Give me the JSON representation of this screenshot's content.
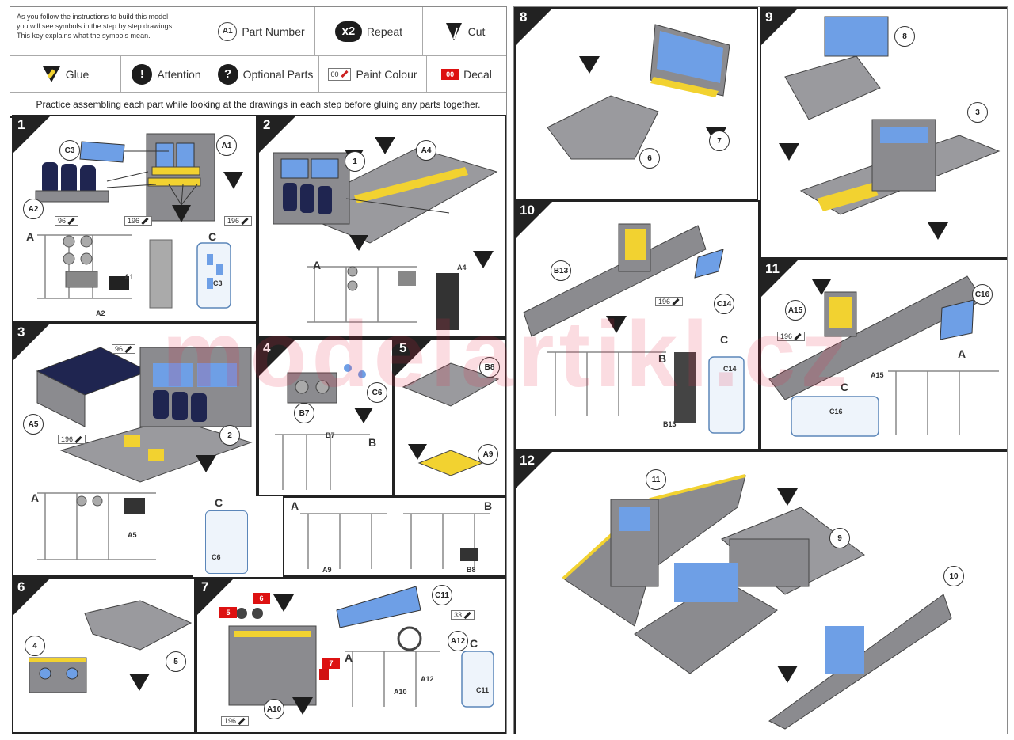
{
  "legend": {
    "intro_lines": [
      "As you follow the instructions to build this model",
      "you will see symbols in the step by step drawings.",
      "This key explains what the symbols mean."
    ],
    "part_symbol": "A1",
    "part_label": "Part Number",
    "repeat_symbol": "x2",
    "repeat_label": "Repeat",
    "cut_label": "Cut",
    "glue_label": "Glue",
    "attention_symbol": "!",
    "attention_label": "Attention",
    "optional_symbol": "?",
    "optional_label": "Optional Parts",
    "paint_symbol": "00",
    "paint_label": "Paint Colour",
    "decal_symbol": "00",
    "decal_label": "Decal"
  },
  "practice_text": "Practice assembling each part while looking at the drawings in each step before gluing any parts together.",
  "watermark": "modelartikl.cz",
  "steps": {
    "s1": {
      "num": "1",
      "parts": [
        "C3",
        "A1",
        "A2"
      ],
      "paints": [
        "96",
        "196",
        "196"
      ],
      "sprues": [
        "A",
        "C"
      ],
      "sprue_parts": [
        "A1",
        "A2",
        "C3"
      ]
    },
    "s2": {
      "num": "2",
      "refs": [
        "1"
      ],
      "parts": [
        "A4"
      ],
      "sprues": [
        "A"
      ],
      "sprue_parts": [
        "A4"
      ]
    },
    "s3": {
      "num": "3",
      "refs": [
        "2"
      ],
      "parts": [
        "A5"
      ],
      "paints": [
        "96",
        "196"
      ],
      "sprues": [
        "A",
        "C"
      ],
      "sprue_parts": [
        "A5",
        "C6"
      ]
    },
    "s4": {
      "num": "4",
      "parts": [
        "B7",
        "C6"
      ],
      "sprues": [
        "B"
      ],
      "sprue_parts": [
        "B7"
      ]
    },
    "s5": {
      "num": "5",
      "parts": [
        "B8",
        "A9"
      ],
      "sprues": [
        "A",
        "B"
      ],
      "sprue_parts": [
        "A9",
        "B8"
      ]
    },
    "s6": {
      "num": "6",
      "refs": [
        "4",
        "5"
      ]
    },
    "s7": {
      "num": "7",
      "parts": [
        "C11",
        "A12",
        "A10"
      ],
      "paints": [
        "33",
        "196"
      ],
      "decals": [
        "5",
        "6",
        "7"
      ],
      "sprues": [
        "A",
        "C"
      ],
      "sprue_parts": [
        "A12",
        "A10",
        "C11"
      ]
    },
    "s8": {
      "num": "8",
      "refs": [
        "6",
        "7"
      ]
    },
    "s9": {
      "num": "9",
      "refs": [
        "8",
        "3"
      ]
    },
    "s10": {
      "num": "10",
      "parts": [
        "B13",
        "C14"
      ],
      "paints": [
        "196"
      ],
      "sprues": [
        "B",
        "C"
      ],
      "sprue_parts": [
        "C14",
        "B13"
      ]
    },
    "s11": {
      "num": "11",
      "parts": [
        "A15",
        "C16"
      ],
      "paints": [
        "196"
      ],
      "sprues": [
        "A",
        "C"
      ],
      "sprue_parts": [
        "A15",
        "C16"
      ]
    },
    "s12": {
      "num": "12",
      "refs": [
        "11",
        "9",
        "10"
      ]
    }
  },
  "colors": {
    "glue": "#f2d230",
    "glass": "#6e9fe6",
    "part_grey": "#8b8b8f",
    "seat": "#1f2550",
    "decal": "#d11111"
  }
}
